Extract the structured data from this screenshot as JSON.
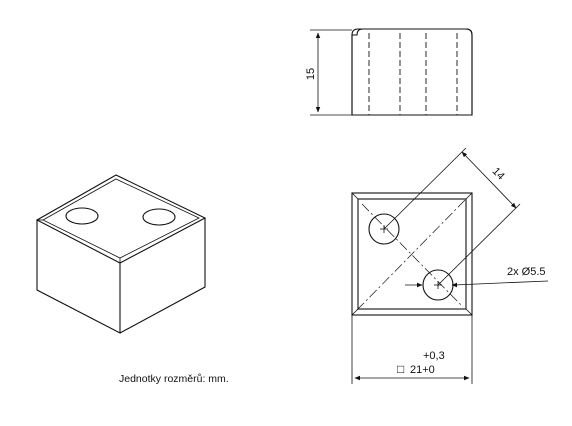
{
  "dimensions": {
    "height": "15",
    "diagonal": "14",
    "holes": "2x Ø5.5",
    "width_tol_upper": "+0,3",
    "width_nominal": "21+0",
    "square_symbol": "□"
  },
  "note": {
    "units": "Jednotky rozměrů: mm."
  },
  "colors": {
    "line": "#111111",
    "background": "#ffffff"
  }
}
